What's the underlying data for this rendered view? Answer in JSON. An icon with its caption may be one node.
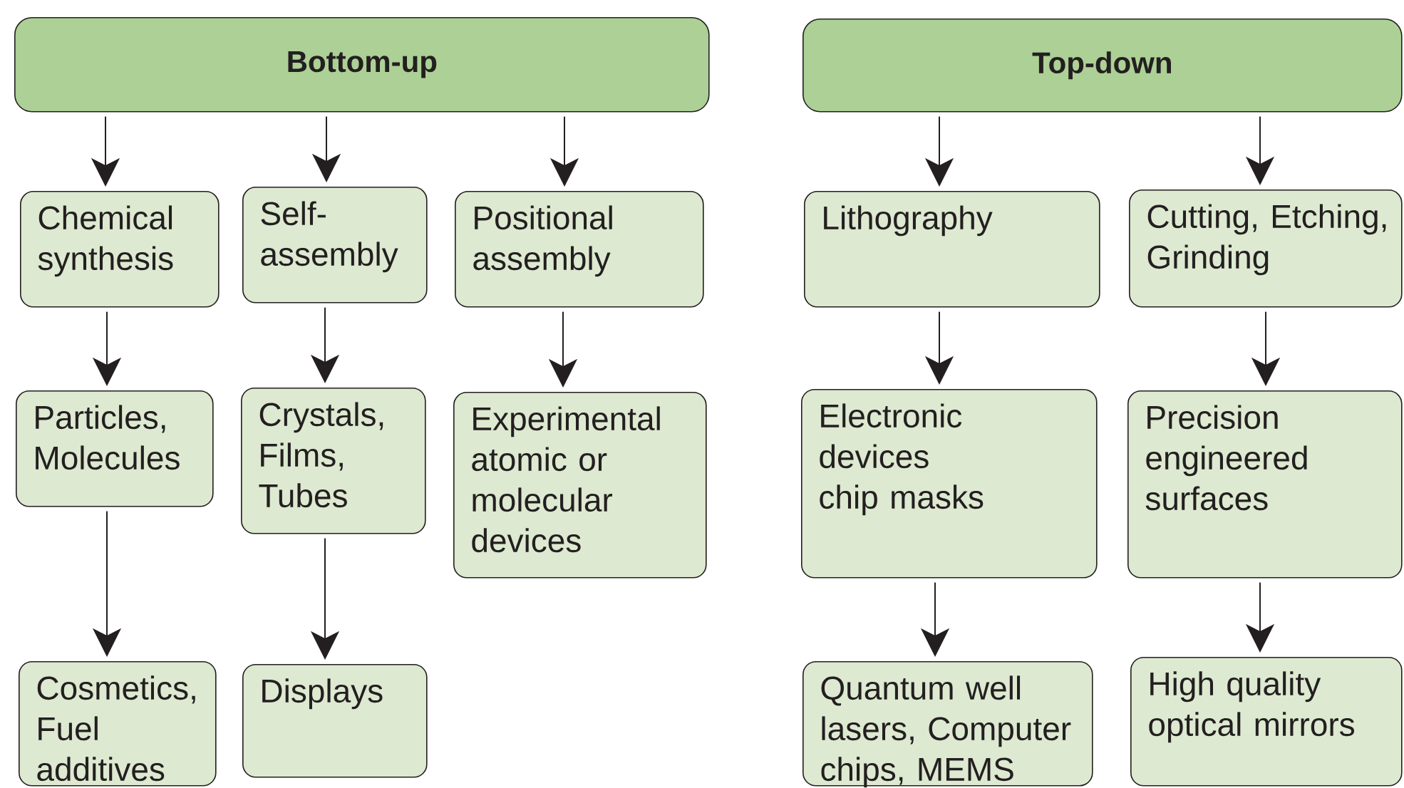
{
  "diagram": {
    "nodes": [
      {
        "text": [
          "Bottom-up"
        ]
      },
      {
        "text": [
          "Top-down"
        ]
      },
      {
        "text": [
          "Chemical synthesis"
        ]
      },
      {
        "text": [
          "Self-assembly"
        ]
      },
      {
        "text": [
          "Positional assembly"
        ]
      },
      {
        "text": [
          "Lithography"
        ]
      },
      {
        "text": [
          "Cutting, Etching, Grinding"
        ]
      },
      {
        "text": [
          "Particles, Molecules"
        ]
      },
      {
        "text": [
          "Crystals, Films, Tubes"
        ]
      },
      {
        "text": [
          "Experimental atomic or molecular devices"
        ]
      },
      {
        "text": [
          "Electronic devices chip masks"
        ]
      },
      {
        "text": [
          "Precision engineered surfaces"
        ]
      },
      {
        "text": [
          "Cosmetics, Fuel additives"
        ]
      },
      {
        "text": [
          "Displays"
        ]
      },
      {
        "text": [
          "Quantum well lasers, Computer chips, MEMS"
        ]
      },
      {
        "text": [
          "High quality optical mirrors"
        ]
      }
    ],
    "edges": [
      {
        "from": 0,
        "to": 2,
        "arrow": "to"
      },
      {
        "from": 0,
        "to": 3,
        "arrow": "to"
      },
      {
        "from": 0,
        "to": 4,
        "arrow": "to"
      },
      {
        "from": 1,
        "to": 5,
        "arrow": "to"
      },
      {
        "from": 1,
        "to": 6,
        "arrow": "to"
      },
      {
        "from": 2,
        "to": 7,
        "arrow": "to"
      },
      {
        "from": 3,
        "to": 8,
        "arrow": "to"
      },
      {
        "from": 4,
        "to": 9,
        "arrow": "to"
      },
      {
        "from": 5,
        "to": 10,
        "arrow": "to"
      },
      {
        "from": 6,
        "to": 11,
        "arrow": "to"
      },
      {
        "from": 7,
        "to": 12,
        "arrow": "to"
      },
      {
        "from": 8,
        "to": 13,
        "arrow": "to"
      },
      {
        "from": 10,
        "to": 14,
        "arrow": "to"
      },
      {
        "from": 11,
        "to": 15,
        "arrow": "to"
      }
    ]
  }
}
